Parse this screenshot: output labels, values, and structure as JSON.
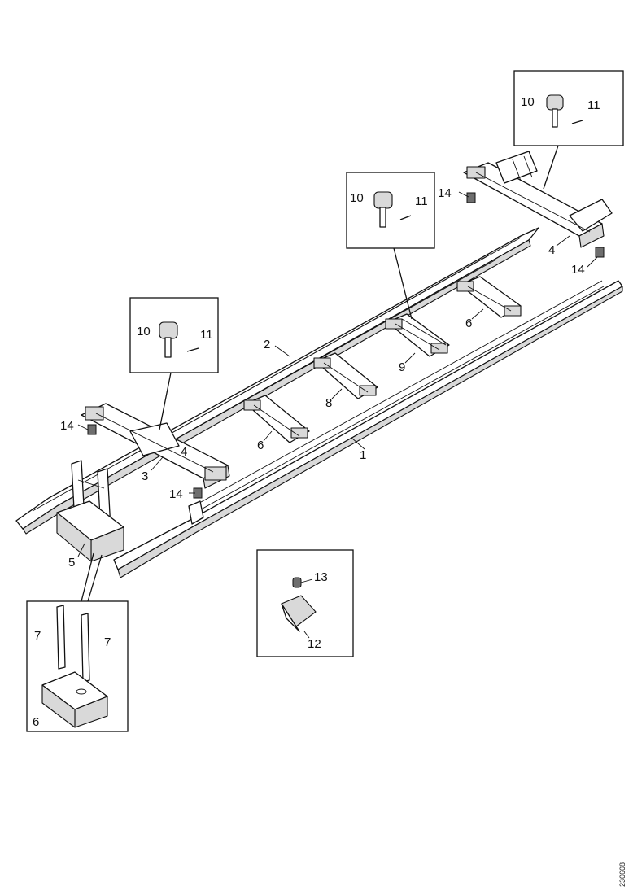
{
  "callouts": [
    {
      "id": "c1",
      "text": "1"
    },
    {
      "id": "c2",
      "text": "2"
    },
    {
      "id": "c3",
      "text": "3"
    },
    {
      "id": "c4a",
      "text": "4"
    },
    {
      "id": "c5",
      "text": "5"
    },
    {
      "id": "c6a",
      "text": "6"
    },
    {
      "id": "c6b",
      "text": "6"
    },
    {
      "id": "c6c",
      "text": "6"
    },
    {
      "id": "c7a",
      "text": "7"
    },
    {
      "id": "c7b",
      "text": "7"
    },
    {
      "id": "c8",
      "text": "8"
    },
    {
      "id": "c9",
      "text": "9"
    },
    {
      "id": "c10a",
      "text": "10"
    },
    {
      "id": "c10b",
      "text": "10"
    },
    {
      "id": "c10c",
      "text": "10"
    },
    {
      "id": "c11a",
      "text": "11"
    },
    {
      "id": "c11b",
      "text": "11"
    },
    {
      "id": "c11c",
      "text": "11"
    },
    {
      "id": "c12",
      "text": "12"
    },
    {
      "id": "c13",
      "text": "13"
    },
    {
      "id": "c14a",
      "text": "14"
    },
    {
      "id": "c14b",
      "text": "14"
    },
    {
      "id": "c14c",
      "text": "14"
    },
    {
      "id": "c14d",
      "text": "14"
    },
    {
      "id": "c4b",
      "text": "4"
    }
  ],
  "drawing_ref": "230608"
}
